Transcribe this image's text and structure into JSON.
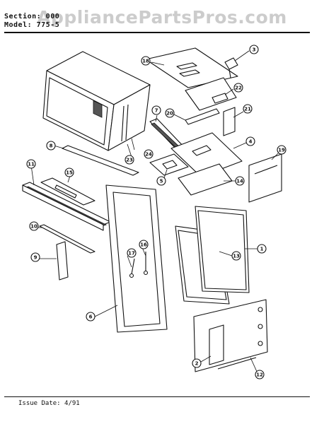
{
  "watermark": "AppliancePartsPros.com",
  "header": {
    "section_line": "Section: 000",
    "model_line": "Model: 775-5"
  },
  "footer": {
    "issue_date": "Issue Date: 4/91"
  },
  "callouts": [
    "1",
    "2",
    "3",
    "4",
    "5",
    "6",
    "7",
    "8",
    "9",
    "10",
    "11",
    "12",
    "13",
    "14",
    "15",
    "16",
    "17",
    "18",
    "19",
    "20",
    "21",
    "22",
    "23",
    "24"
  ]
}
